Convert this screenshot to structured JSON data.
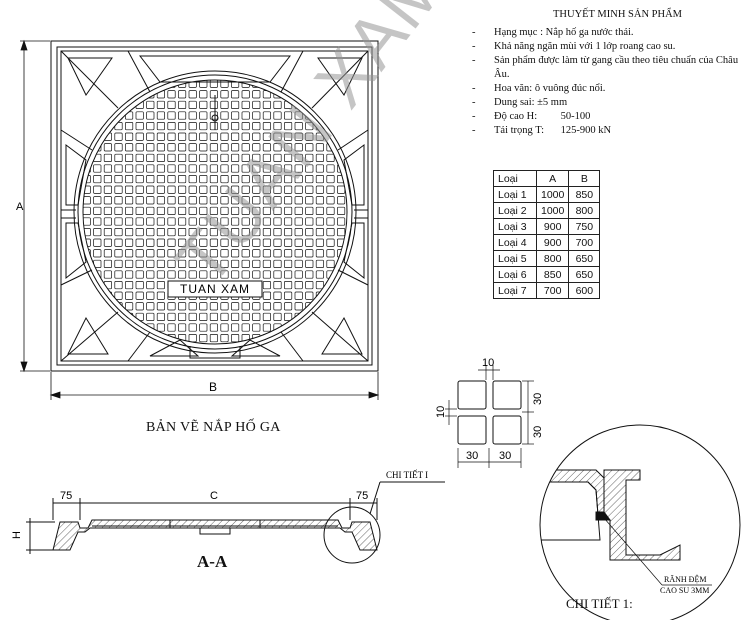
{
  "spec": {
    "title": "THUYẾT MINH SẢN PHẨM",
    "items": [
      "Hạng mục : Nắp hố ga nước thải.",
      "Khả năng ngăn mùi với 1 lớp roang cao su.",
      "Sản phẩm được làm từ gang cầu theo tiêu chuẩn của Châu Âu.",
      "Hoa văn: ô vuông đúc nổi.",
      "Dung sai: ±5 mm"
    ],
    "height_label": "Độ cao H:",
    "height_value": "50-100",
    "load_label": "Tải trọng T:",
    "load_value": "125-900 kN"
  },
  "table": {
    "headers": [
      "Loại",
      "A",
      "B"
    ],
    "rows": [
      [
        "Loại 1",
        "1000",
        "850"
      ],
      [
        "Loại 2",
        "1000",
        "800"
      ],
      [
        "Loại 3",
        "900",
        "750"
      ],
      [
        "Loại 4",
        "900",
        "700"
      ],
      [
        "Loại 5",
        "800",
        "650"
      ],
      [
        "Loại 6",
        "850",
        "650"
      ],
      [
        "Loại 7",
        "700",
        "600"
      ]
    ]
  },
  "drawing": {
    "dim_a": "A",
    "dim_b": "B",
    "lid_text": "TUAN XAM",
    "caption": "BẢN VẼ NẮP HỐ GA"
  },
  "grid_detail": {
    "gap_top": "10",
    "gap_left": "10",
    "cell_right_1": "30",
    "cell_right_2": "30",
    "cell_bottom_1": "30",
    "cell_bottom_2": "30"
  },
  "section": {
    "dim_left": "75",
    "dim_center": "C",
    "dim_right": "75",
    "dim_h": "H",
    "caption": "A-A",
    "detail_callout": "CHI TIẾT I"
  },
  "detail": {
    "groove_label_1": "RÃNH ĐỆM",
    "groove_label_2": "CAO SU 3MM",
    "caption": "CHI TIẾT 1:"
  },
  "watermark": "TUAN XAM"
}
